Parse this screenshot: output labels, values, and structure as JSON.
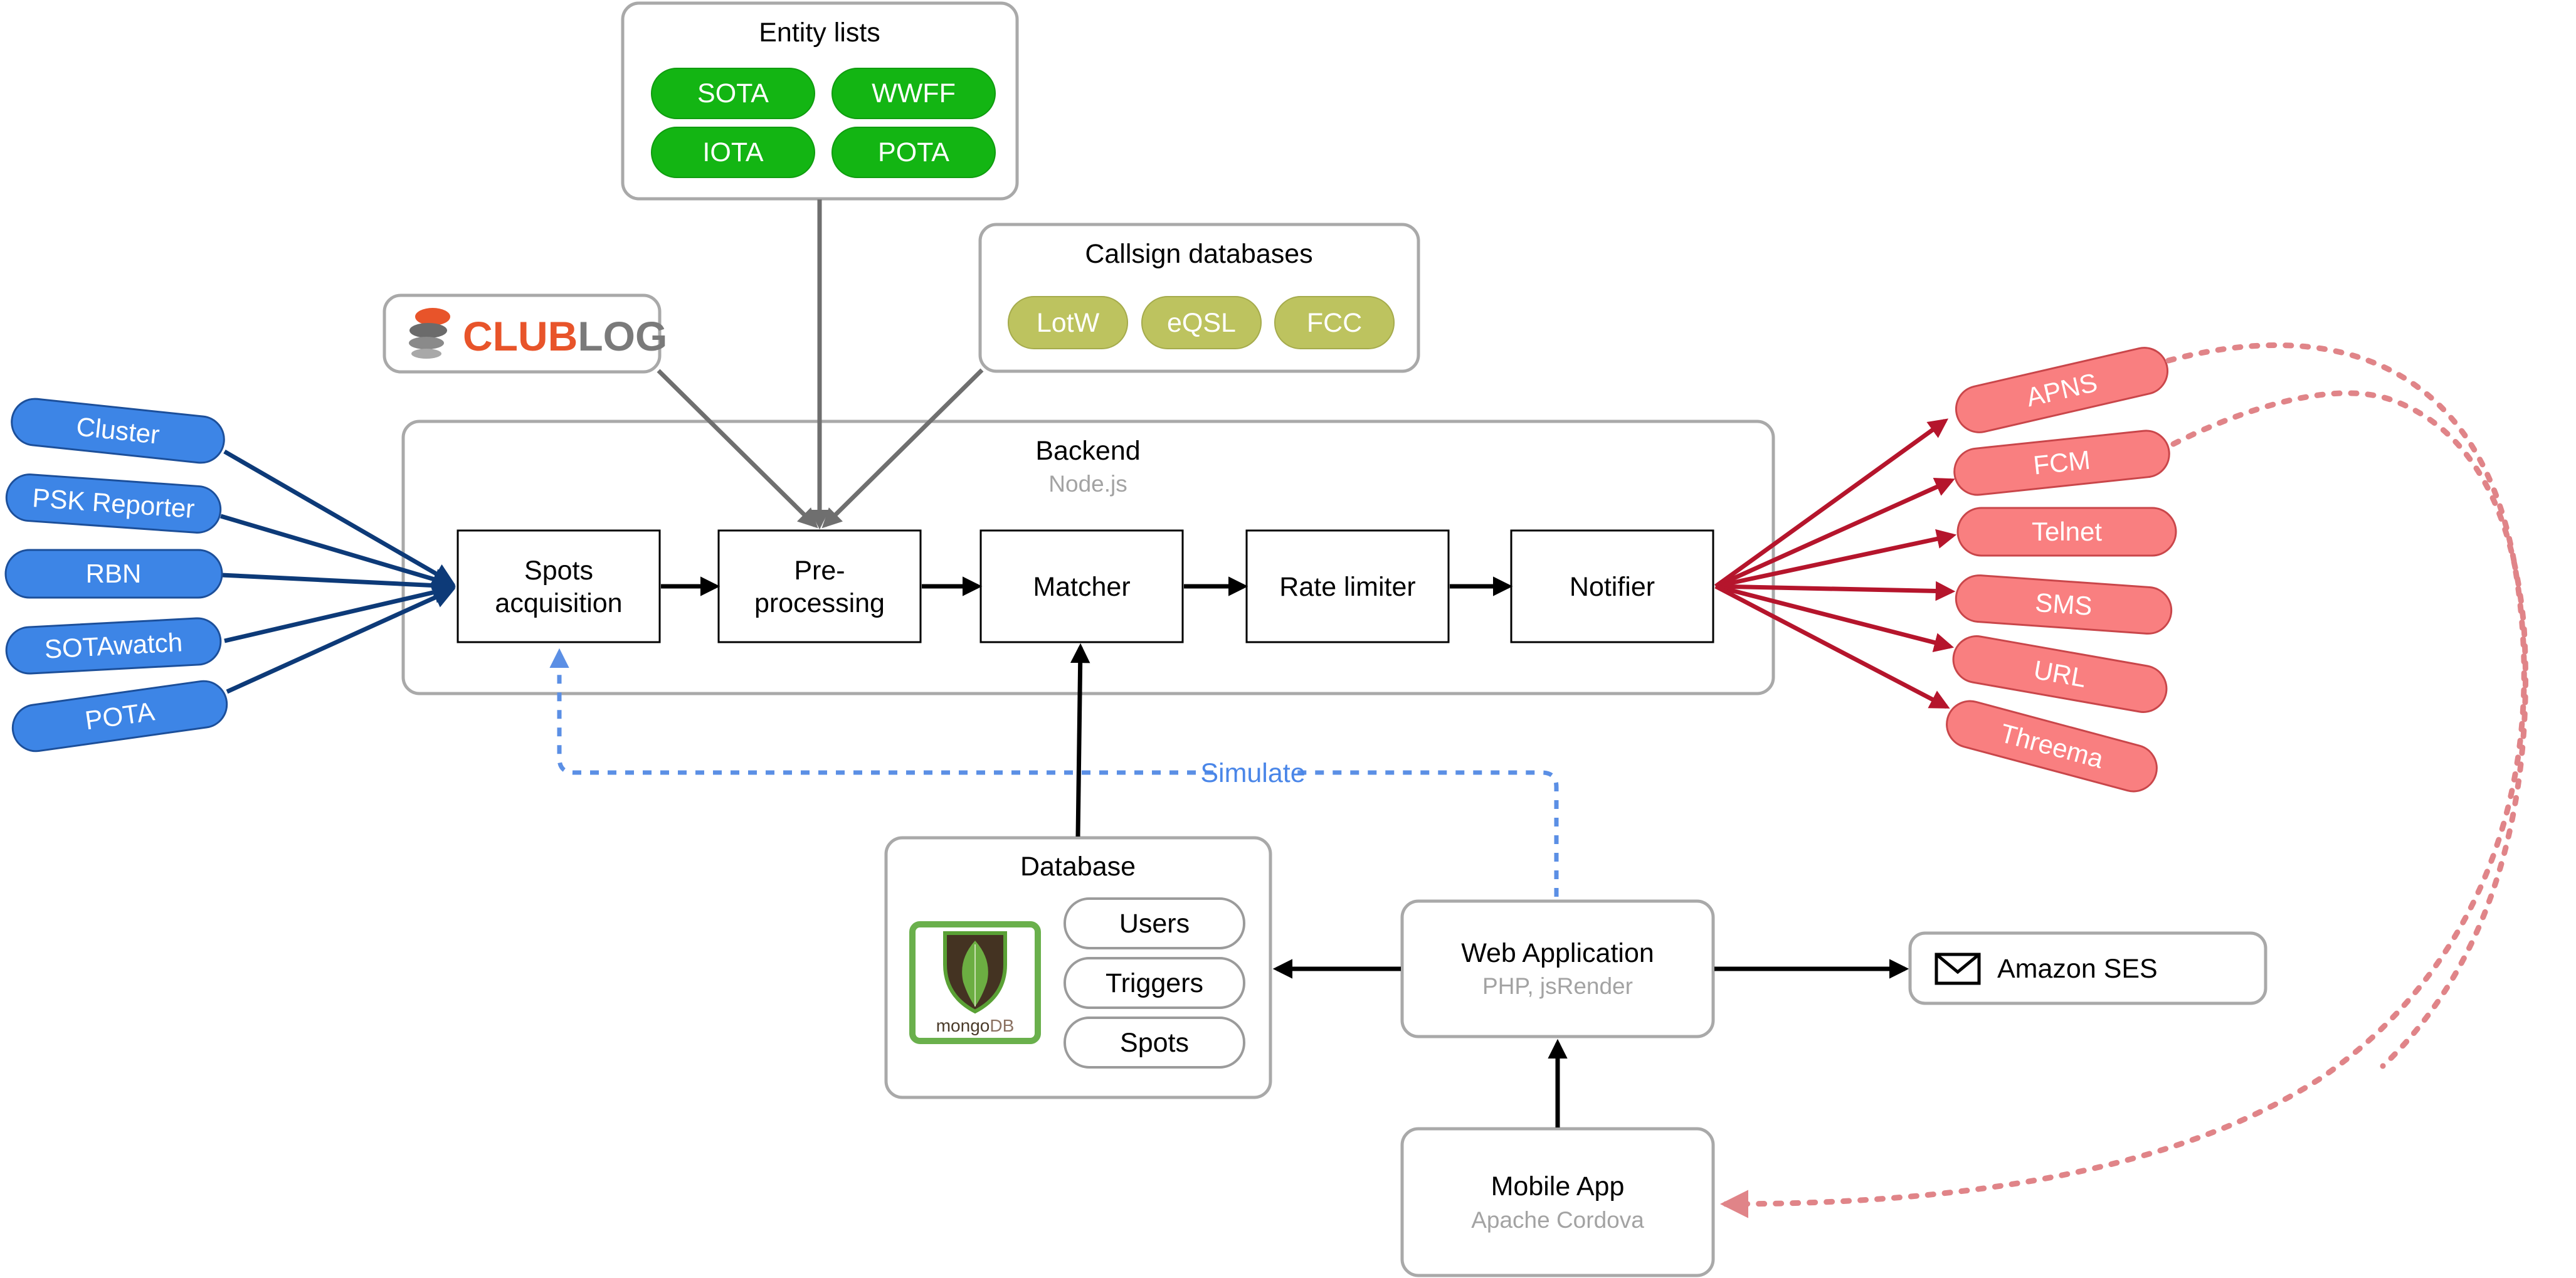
{
  "entity_lists": {
    "title": "Entity lists",
    "items": [
      "SOTA",
      "WWFF",
      "IOTA",
      "POTA"
    ]
  },
  "callsign_databases": {
    "title": "Callsign databases",
    "items": [
      "LotW",
      "eQSL",
      "FCC"
    ]
  },
  "clublog": {
    "logo_text_a": "CLUB",
    "logo_text_b": "LOG"
  },
  "sources": [
    "Cluster",
    "PSK Reporter",
    "RBN",
    "SOTAwatch",
    "POTA"
  ],
  "backend": {
    "title": "Backend",
    "subtitle": "Node.js",
    "stages": [
      {
        "line1": "Spots",
        "line2": "acquisition"
      },
      {
        "line1": "Pre-",
        "line2": "processing"
      },
      {
        "line1": "Matcher",
        "line2": ""
      },
      {
        "line1": "Rate limiter",
        "line2": ""
      },
      {
        "line1": "Notifier",
        "line2": ""
      }
    ]
  },
  "outputs": [
    "APNS",
    "FCM",
    "Telnet",
    "SMS",
    "URL",
    "Threema"
  ],
  "simulate_label": "Simulate",
  "database": {
    "title": "Database",
    "collections": [
      "Users",
      "Triggers",
      "Spots"
    ],
    "logo_text_a": "mongo",
    "logo_text_b": "DB"
  },
  "web_app": {
    "title": "Web Application",
    "subtitle": "PHP, jsRender"
  },
  "amazon_ses": {
    "label": "Amazon SES"
  },
  "mobile_app": {
    "title": "Mobile App",
    "subtitle": "Apache Cordova"
  },
  "colors": {
    "entity_pill": "#13b513",
    "callsign_pill": "#bdc35f",
    "source_pill": "#3d85e6",
    "output_pill": "#f97f80",
    "simulate": "#4a86e8",
    "clublog_orange": "#e8542a"
  }
}
